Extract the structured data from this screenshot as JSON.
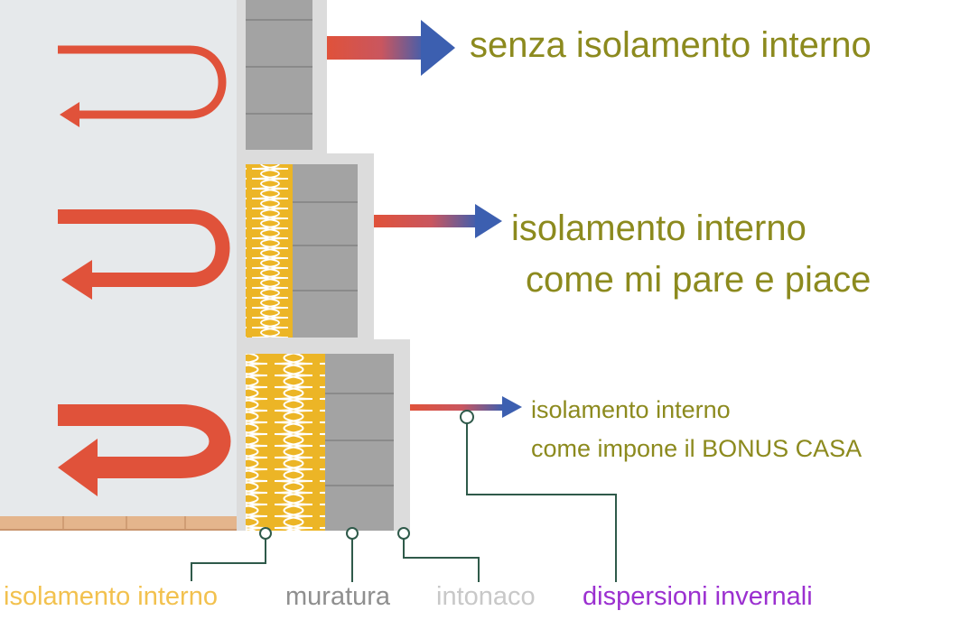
{
  "callouts": {
    "no_insulation": "senza isolamento interno",
    "diy_insulation_line1": "isolamento interno",
    "diy_insulation_line2": "come mi pare e piace",
    "bonus_insulation_line1": "isolamento interno",
    "bonus_insulation_line2": "come impone il BONUS CASA"
  },
  "legend": {
    "insulation": {
      "label": "isolamento interno",
      "color": "#f2c14e"
    },
    "masonry": {
      "label": "muratura",
      "color": "#8f8f8f"
    },
    "plaster": {
      "label": "intonaco",
      "color": "#c8c8c8"
    },
    "dispersion": {
      "label": "dispersioni invernali",
      "color": "#9b30d0"
    }
  },
  "colors": {
    "heat_arrow": "#e0523a",
    "heat_loss_gradient_end": "#3c5fb0",
    "text_olive": "#8c8a1e",
    "interior_wall": "#e6e9eb",
    "plaster_gray": "#dcdcdc",
    "brick_gray": "#a3a3a3",
    "insulation_yellow": "#ecb526",
    "floor_tile": "#e4b58c",
    "leader_line": "#2f5a4a"
  }
}
